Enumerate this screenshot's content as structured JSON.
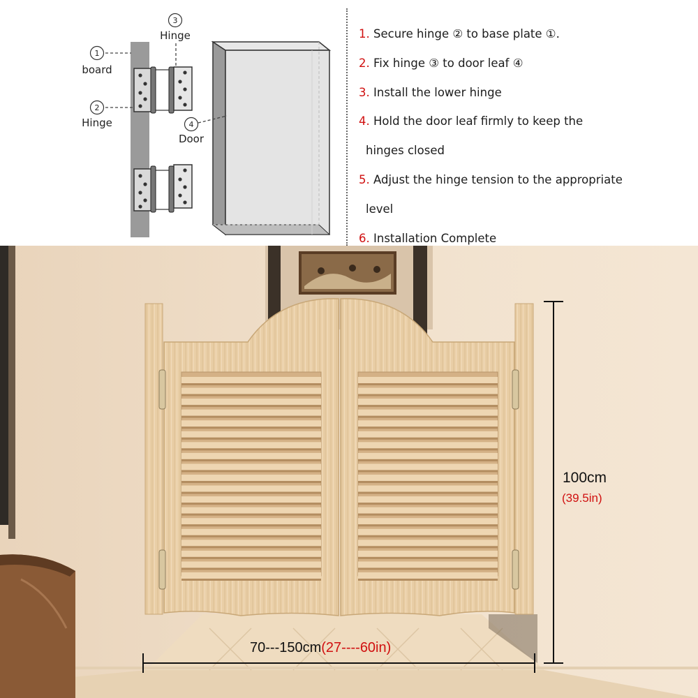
{
  "diagram": {
    "labels": {
      "board": {
        "num": "1",
        "text": "board"
      },
      "hinge_plate": {
        "num": "2",
        "text": "Hinge"
      },
      "hinge_leaf": {
        "num": "3",
        "text": "Hinge"
      },
      "door": {
        "num": "4",
        "text": "Door"
      }
    }
  },
  "steps": [
    {
      "num": "1.",
      "text": "Secure hinge ② to base plate ①."
    },
    {
      "num": "2.",
      "text": "Fix hinge ③ to door leaf ④"
    },
    {
      "num": "3.",
      "text": "Install the lower hinge"
    },
    {
      "num": "4.",
      "text": "Hold the door leaf firmly to keep the"
    },
    {
      "num": "",
      "text": "hinges closed"
    },
    {
      "num": "5.",
      "text": "Adjust the hinge tension to the appropriate"
    },
    {
      "num": "",
      "text": "level"
    },
    {
      "num": "6.",
      "text": "Installation Complete"
    }
  ],
  "dimensions": {
    "height_cm": "100cm",
    "height_in": "(39.5in)",
    "width_cm": "70---150cm",
    "width_in": "(27----60in)"
  },
  "colors": {
    "step_number": "#d01010",
    "inch_text": "#d01010",
    "wood": "#e6c9a0",
    "wall": "#efdcc6",
    "board_gray": "#9a9a9a"
  }
}
